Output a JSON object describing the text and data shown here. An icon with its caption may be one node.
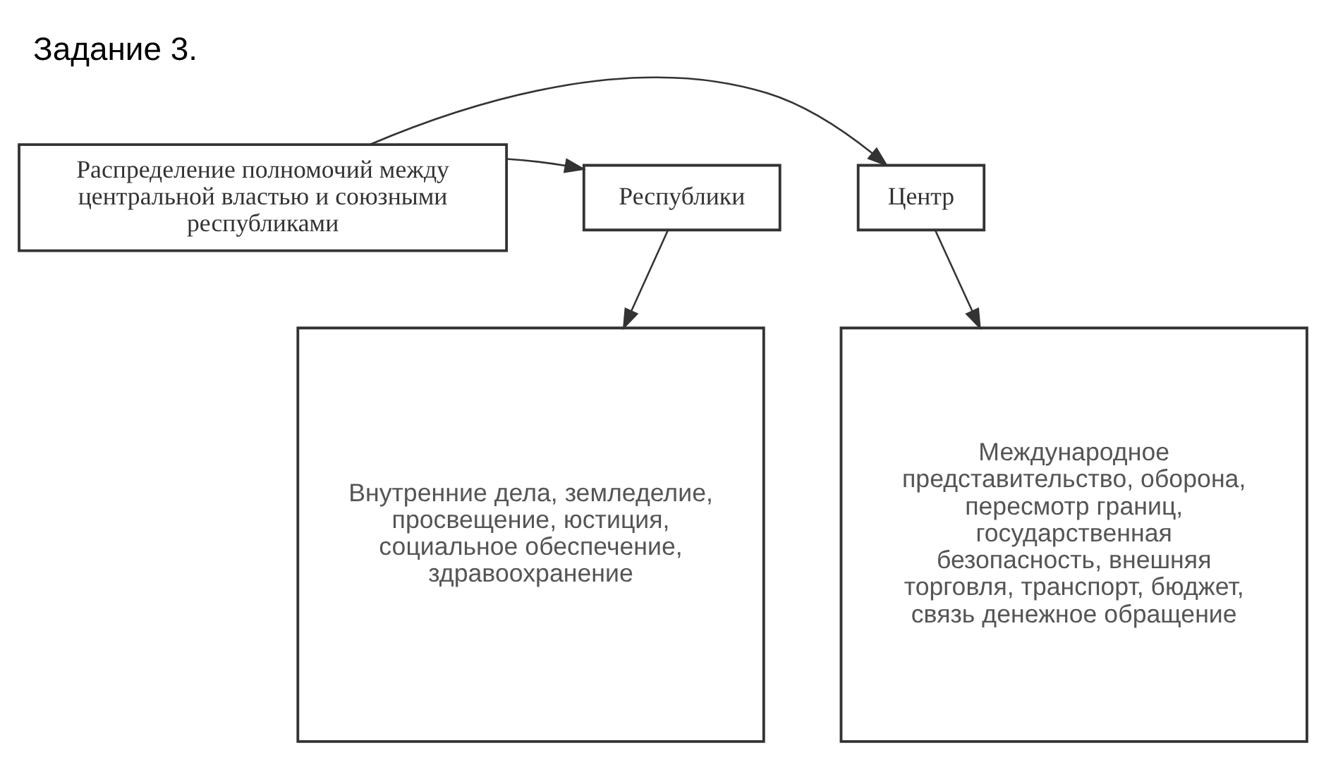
{
  "diagram": {
    "title": "Задание 3.",
    "nodes": [
      {
        "text": [
          "Распределение полномочий между центральной властью и союзными республиками"
        ]
      },
      {
        "text": [
          "Центр"
        ]
      },
      {
        "text": [
          "Республики"
        ]
      },
      {
        "text": [
          "Международное представительство, оборона, пересмотр границ, государственная безопасность, внешняя торговля, транспорт, бюджет, связь денежное обращение"
        ]
      },
      {
        "text": [
          "Внутренние дела, земледелие, просвещение, юстиция, социальное обеспечение, здравоохранение"
        ]
      }
    ],
    "edges": [
      {
        "from": 0,
        "to": 1,
        "arrow": "to"
      },
      {
        "from": 0,
        "to": 2,
        "arrow": "to"
      },
      {
        "from": 1,
        "to": 3,
        "arrow": "to"
      },
      {
        "from": 2,
        "to": 4,
        "arrow": "to"
      }
    ]
  }
}
